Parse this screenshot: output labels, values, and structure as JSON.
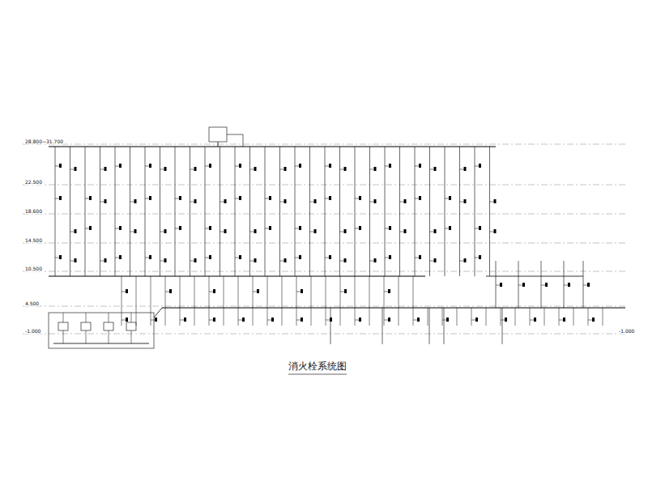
{
  "diagram": {
    "title": "消火栓系统图",
    "labels": [
      "28.800~31.700",
      "22.500",
      "18.600",
      "14.500",
      "10.500",
      "4.500",
      "-1.000",
      "-1.000"
    ]
  }
}
